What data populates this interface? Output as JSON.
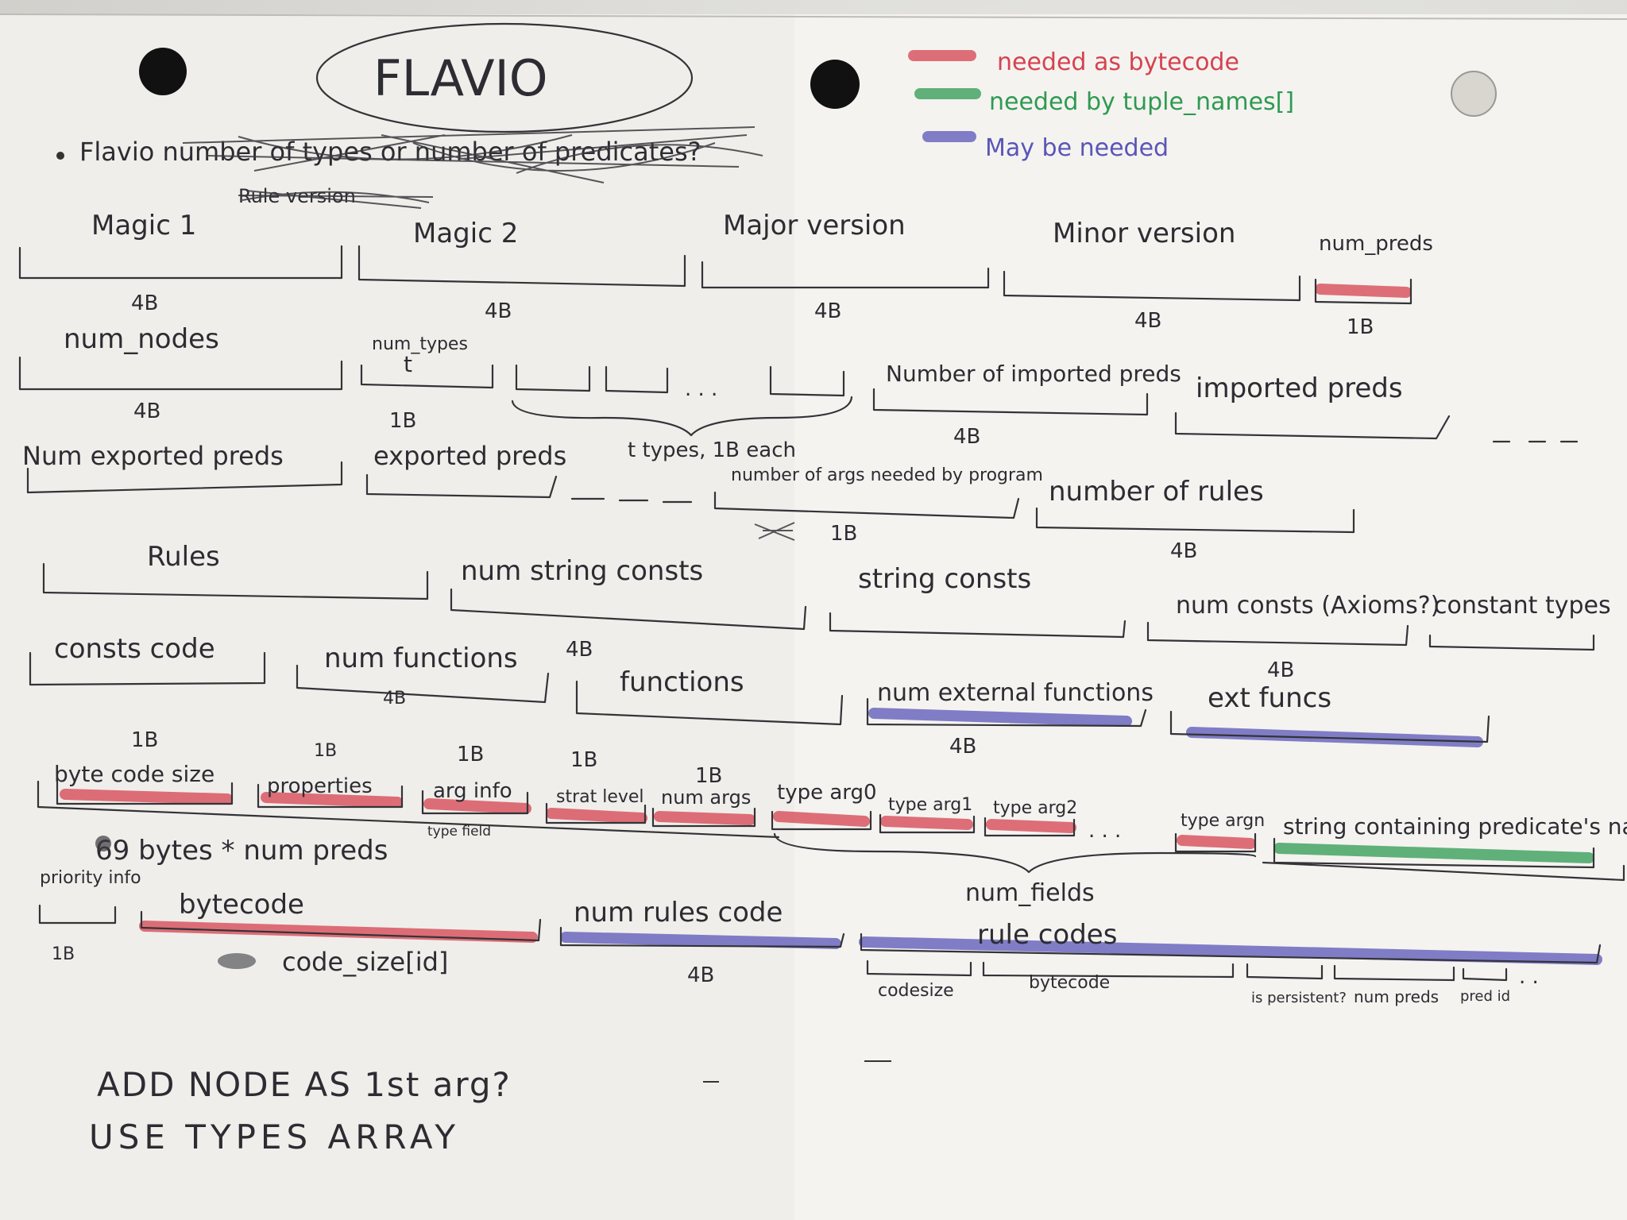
{
  "title": "FLAVIO",
  "crossed_out": {
    "line1": "Flavio number of types or number of predicates?",
    "line2": "Rule version"
  },
  "legend": [
    {
      "label": "needed as bytecode",
      "color": "#d6424f"
    },
    {
      "label": "needed by tuple_names[]",
      "color": "#2f9a52"
    },
    {
      "label": "May be needed",
      "color": "#5a55b8"
    }
  ],
  "row1": {
    "magic1": "Magic 1",
    "magic1_size": "4B",
    "magic2": "Magic 2",
    "magic2_size": "4B",
    "major": "Major version",
    "major_size": "4B",
    "minor": "Minor version",
    "minor_size": "4B",
    "num_preds": "num_preds",
    "num_preds_size": "1B"
  },
  "row2": {
    "num_nodes": "num_nodes",
    "num_nodes_size": "4B",
    "num_types": "num_types",
    "num_types_t": "t",
    "num_types_size": "1B",
    "ellipsis": ". . .",
    "t_types": "t types, 1B each",
    "num_imported": "Number of imported preds",
    "num_imported_size": "4B",
    "imported": "imported preds"
  },
  "row3": {
    "num_exported": "Num exported preds",
    "exported": "exported preds",
    "num_args": "number of args needed by program",
    "num_args_size": "1B",
    "num_rules": "number of rules",
    "num_rules_size": "4B"
  },
  "row4": {
    "rules": "Rules",
    "num_string_consts": "num string consts",
    "num_string_consts_size": "4B",
    "string_consts": "string consts",
    "num_consts": "num consts (Axioms?)",
    "num_consts_size": "4B",
    "constant_types": "constant types"
  },
  "row5": {
    "consts_code": "consts code",
    "num_functions": "num functions",
    "num_functions_size": "4B",
    "functions": "functions",
    "num_external": "num external functions",
    "num_external_size": "4B",
    "ext_funcs": "ext funcs"
  },
  "row6": {
    "code_size": "byte code size",
    "code_size_size": "1B",
    "properties": "properties",
    "properties_size": "1B",
    "arg_info": "arg info",
    "arg_info_size": "1B",
    "arg_info_sub": "type field",
    "strat_level": "strat level",
    "strat_level_size": "1B",
    "num_args": "num args",
    "num_args_size": "1B",
    "type_arg0": "type arg0",
    "type_arg1": "type arg1",
    "type_arg2": "type arg2",
    "type_argn": "type argn",
    "ellipsis": ". . .",
    "string_pred": "string containing predicate's name",
    "num_fields": "num_fields",
    "bytes_note": "69 bytes * num preds"
  },
  "row7": {
    "priority": "priority info",
    "priority_size": "1B",
    "bytecode": "bytecode",
    "bytecode_size": "code_size[id]",
    "num_rules_code": "num rules code",
    "num_rules_code_size": "4B",
    "rule_codes": "rule codes",
    "sub_codesize": "codesize",
    "sub_bytecode": "bytecode",
    "sub_persistent": "is persistent?",
    "sub_num_preds": "num preds",
    "sub_pred_id": "pred id",
    "sub_ellipsis": ". ."
  },
  "notes": {
    "line1": "ADD NODE AS 1st arg?",
    "line2": "USE TYPES ARRAY"
  }
}
